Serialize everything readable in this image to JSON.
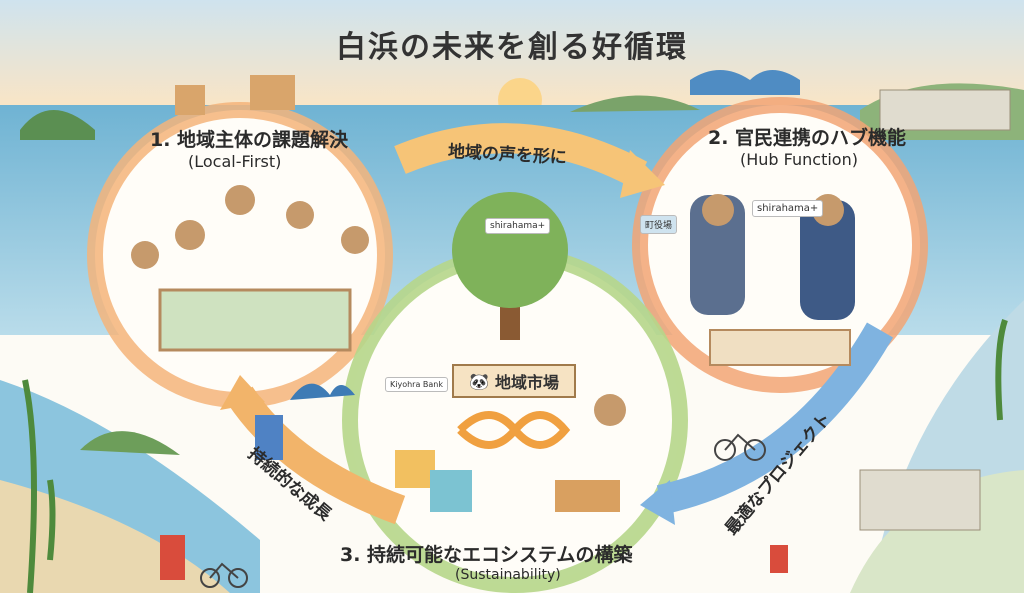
{
  "title": "白浜の未来を創る好循環",
  "stages": [
    {
      "heading": "1. 地域主体の課題解決",
      "sub": "(Local-First)"
    },
    {
      "heading": "2. 官民連携のハブ機能",
      "sub": "(Hub Function)"
    },
    {
      "heading": "3. 持続可能なエコシステムの構築",
      "sub": "(Sustainability)"
    }
  ],
  "arrows": {
    "top": "地域の声を形に",
    "right": "最適なプロジェクト",
    "left": "持続的な成長"
  },
  "labels": {
    "market_sign": "地域市場",
    "brand": "shirahama+",
    "town_hall": "町役場",
    "bank": "Kiyohra Bank"
  },
  "colors": {
    "orange": "#f2a65a",
    "blue": "#6aa6d8",
    "green": "#a9cf7a",
    "sea": "#7fc0dc"
  }
}
